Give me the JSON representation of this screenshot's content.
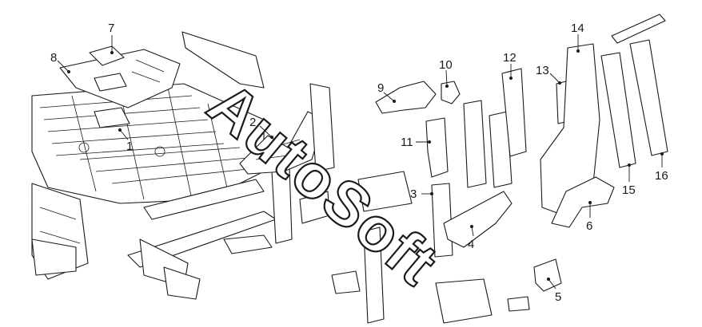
{
  "callouts": [
    {
      "id": "1",
      "label": "1"
    },
    {
      "id": "2",
      "label": "2"
    },
    {
      "id": "3",
      "label": "3"
    },
    {
      "id": "4",
      "label": "4"
    },
    {
      "id": "5",
      "label": "5"
    },
    {
      "id": "6",
      "label": "6"
    },
    {
      "id": "7",
      "label": "7"
    },
    {
      "id": "8",
      "label": "8"
    },
    {
      "id": "9",
      "label": "9"
    },
    {
      "id": "10",
      "label": "10"
    },
    {
      "id": "11",
      "label": "11"
    },
    {
      "id": "12",
      "label": "12"
    },
    {
      "id": "13",
      "label": "13"
    },
    {
      "id": "14",
      "label": "14"
    },
    {
      "id": "15",
      "label": "15"
    },
    {
      "id": "16",
      "label": "16"
    }
  ],
  "watermark": "AutoSoft",
  "colors": {
    "line": "#1a1a1a",
    "background": "#ffffff"
  }
}
